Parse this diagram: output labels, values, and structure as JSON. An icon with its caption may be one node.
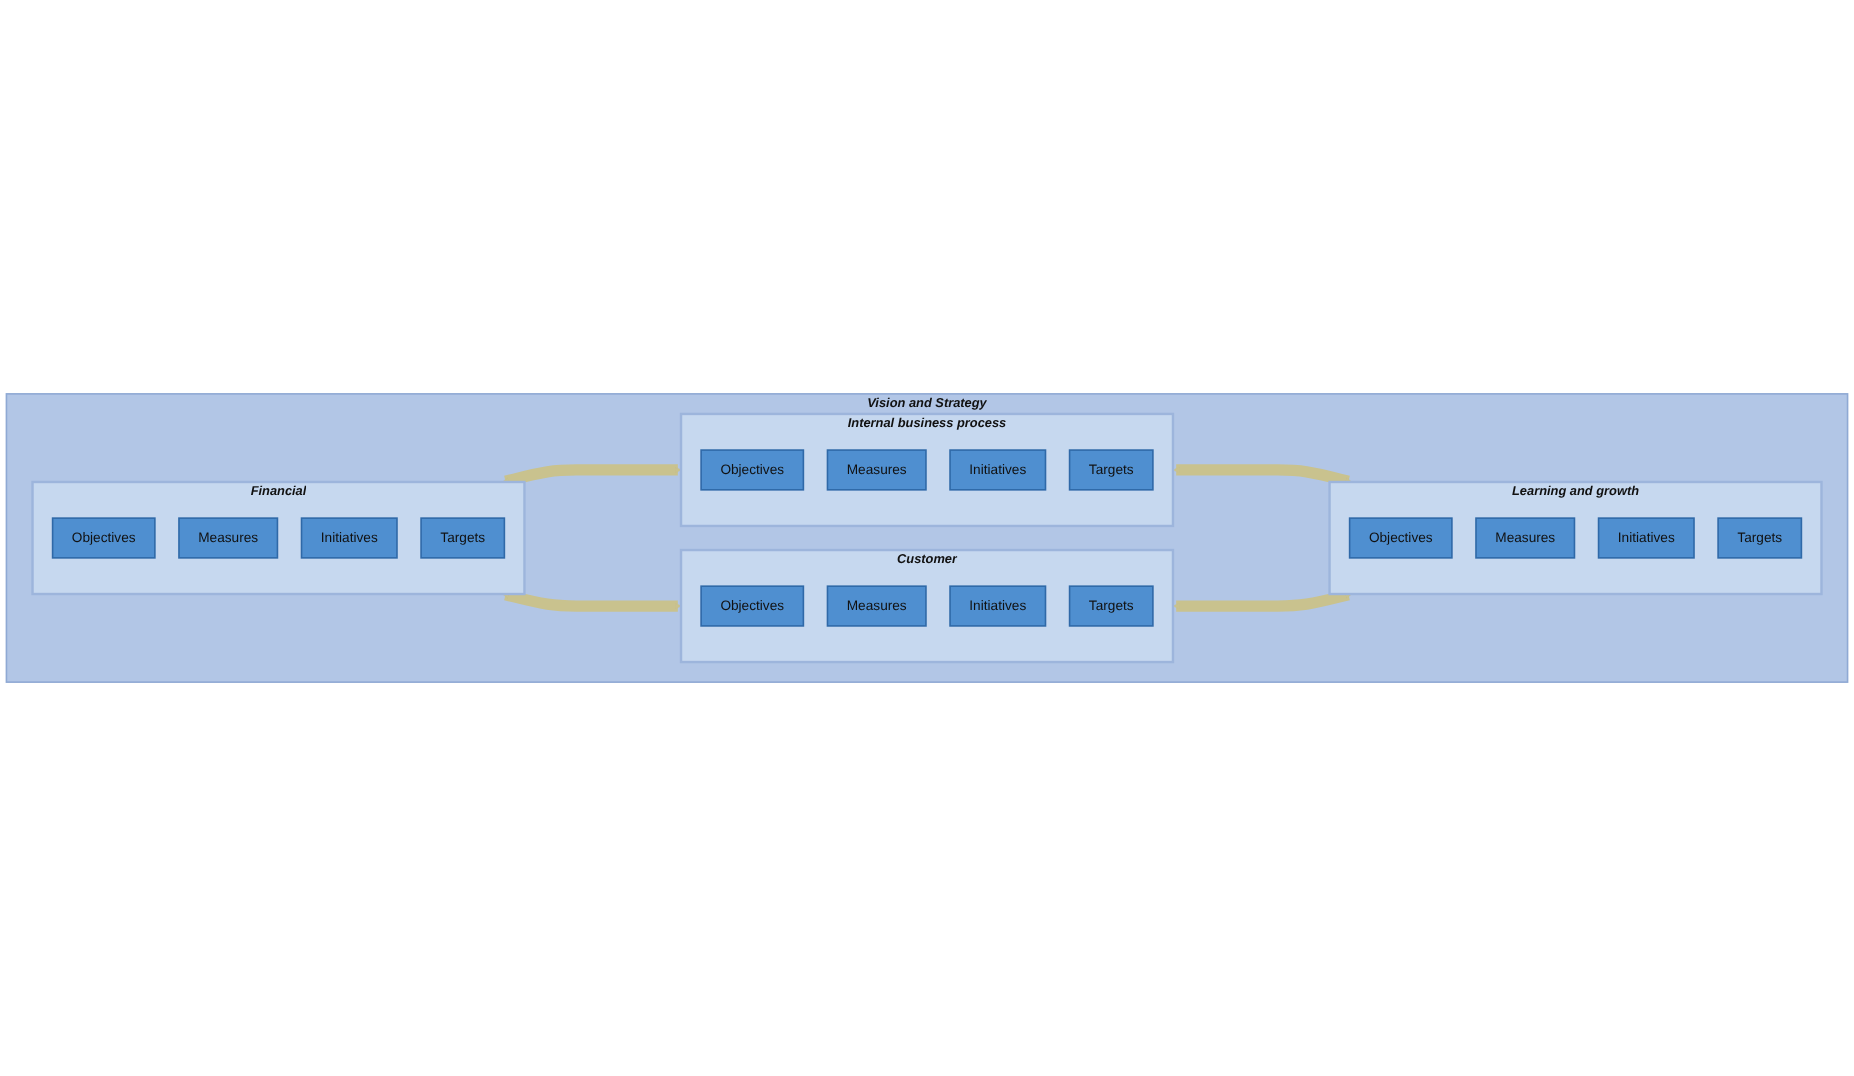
{
  "diagram": {
    "nodes": [
      {
        "text": [
          "Vision and Strategy"
        ]
      },
      {
        "text": [
          "Financial"
        ],
        "in": 0
      },
      {
        "text": [
          "Objectives"
        ],
        "in": 1
      },
      {
        "text": [
          "Measures"
        ],
        "in": 1
      },
      {
        "text": [
          "Initiatives"
        ],
        "in": 1
      },
      {
        "text": [
          "Targets"
        ],
        "in": 1
      },
      {
        "text": [
          "Internal business process"
        ],
        "in": 0
      },
      {
        "text": [
          "Objectives"
        ],
        "in": 6
      },
      {
        "text": [
          "Measures"
        ],
        "in": 6
      },
      {
        "text": [
          "Initiatives"
        ],
        "in": 6
      },
      {
        "text": [
          "Targets"
        ],
        "in": 6
      },
      {
        "text": [
          "Customer"
        ],
        "in": 0
      },
      {
        "text": [
          "Objectives"
        ],
        "in": 11
      },
      {
        "text": [
          "Measures"
        ],
        "in": 11
      },
      {
        "text": [
          "Initiatives"
        ],
        "in": 11
      },
      {
        "text": [
          "Targets"
        ],
        "in": 11
      },
      {
        "text": [
          "Learning and growth"
        ],
        "in": 0
      },
      {
        "text": [
          "Objectives"
        ],
        "in": 16
      },
      {
        "text": [
          "Measures"
        ],
        "in": 16
      },
      {
        "text": [
          "Initiatives"
        ],
        "in": 16
      },
      {
        "text": [
          "Targets"
        ],
        "in": 16
      }
    ],
    "edges": [
      {
        "from": 1,
        "to": 6,
        "arrow": "both"
      },
      {
        "from": 1,
        "to": 11,
        "arrow": "both"
      },
      {
        "from": 6,
        "to": 16,
        "arrow": "both"
      },
      {
        "from": 11,
        "to": 16,
        "arrow": "both"
      }
    ]
  }
}
